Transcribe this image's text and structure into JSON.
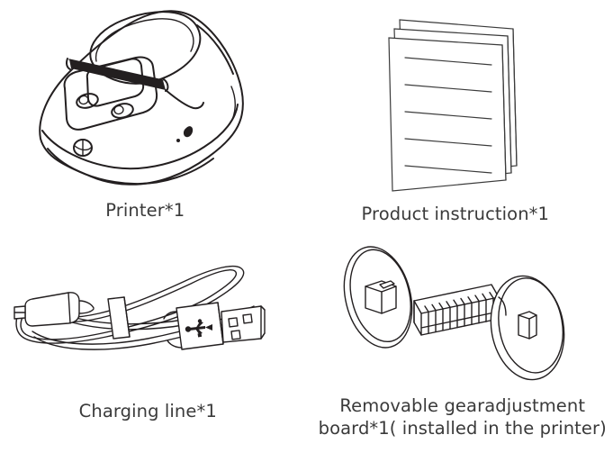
{
  "page": {
    "kind": "packing-list-illustration",
    "background_color": "#ffffff",
    "line_color": "#231f20",
    "text_color": "#3a3a3a"
  },
  "items": [
    {
      "id": "printer",
      "icon": "thermal-label-printer-illustration",
      "caption": "Printer*1",
      "quantity": "*1"
    },
    {
      "id": "product-instruction",
      "icon": "instruction-booklet-illustration",
      "caption": "Product instruction*1",
      "quantity": "*1"
    },
    {
      "id": "charging-line",
      "icon": "usb-charging-cable-illustration",
      "caption": "Charging line*1",
      "quantity": "*1"
    },
    {
      "id": "gear-adjustment-board",
      "icon": "removable-gear-adjustment-board-illustration",
      "caption": "Removable gearadjustment\nboard*1( installed in the printer)",
      "quantity": "*1"
    }
  ]
}
